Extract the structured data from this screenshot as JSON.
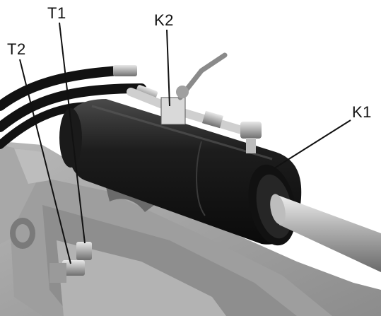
{
  "labels": {
    "t1": "T1",
    "t2": "T2",
    "k1": "K1",
    "k2": "K2"
  },
  "image": {
    "subject": "hydraulic-cylinder-with-ball-valve-and-test-fittings",
    "palette": [
      "#ffffff",
      "#1a1a1a",
      "#9a9a9a",
      "#c8c8c8"
    ]
  }
}
